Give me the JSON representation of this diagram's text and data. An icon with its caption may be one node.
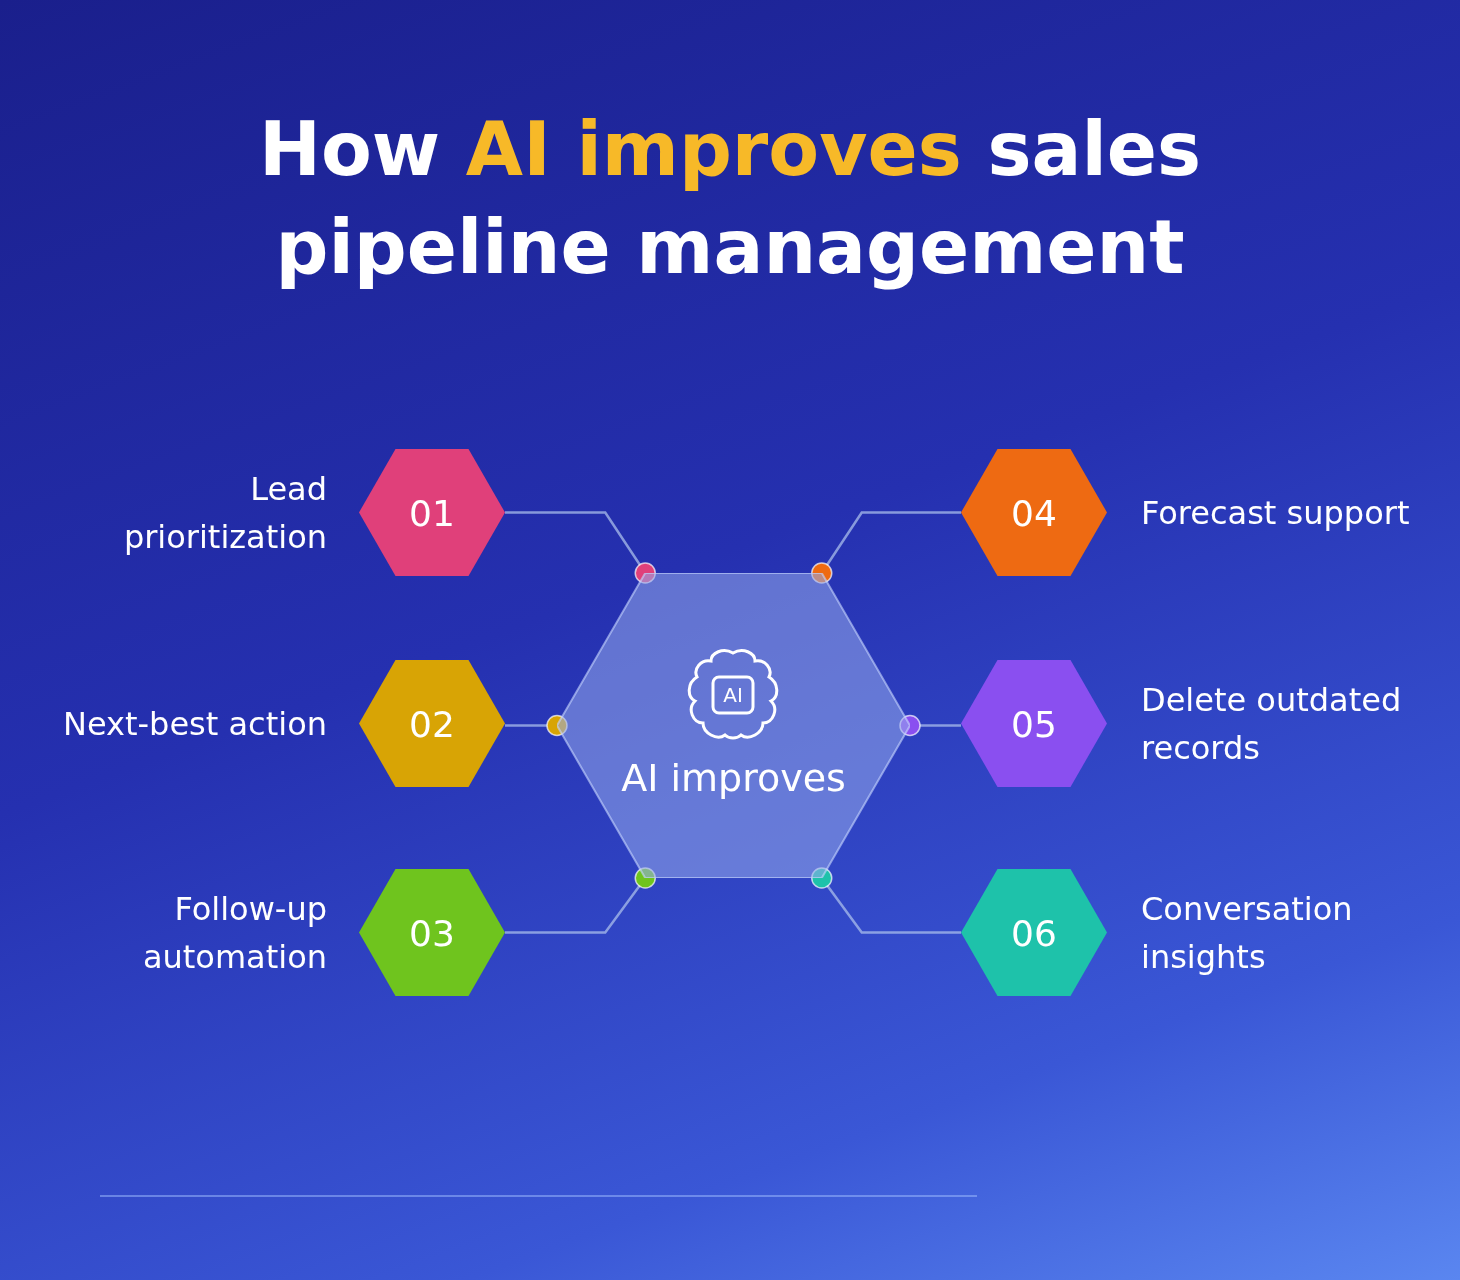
{
  "diagram": {
    "title": "How **AI improves** sales pipeline management",
    "nodes": [
      {
        "text": [
          "AI",
          "AI improves"
        ]
      },
      {
        "text": [
          "01"
        ],
        "beside": [
          "Lead prioritization"
        ]
      },
      {
        "text": [
          "02"
        ],
        "beside": [
          "Next-best action"
        ]
      },
      {
        "text": [
          "03"
        ],
        "beside": [
          "Follow-up automation"
        ]
      },
      {
        "text": [
          "04"
        ],
        "beside": [
          "Forecast support"
        ]
      },
      {
        "text": [
          "05"
        ],
        "beside": [
          "Delete outdated records"
        ]
      },
      {
        "text": [
          "06"
        ],
        "beside": [
          "Conversation insights"
        ]
      }
    ],
    "edges": [
      {
        "from": 0,
        "to": 1,
        "arrow": "other"
      },
      {
        "from": 0,
        "to": 2,
        "arrow": "other"
      },
      {
        "from": 0,
        "to": 3,
        "arrow": "other"
      },
      {
        "from": 0,
        "to": 4,
        "arrow": "other"
      },
      {
        "from": 0,
        "to": 5,
        "arrow": "other"
      },
      {
        "from": 0,
        "to": 6,
        "arrow": "other"
      }
    ]
  }
}
